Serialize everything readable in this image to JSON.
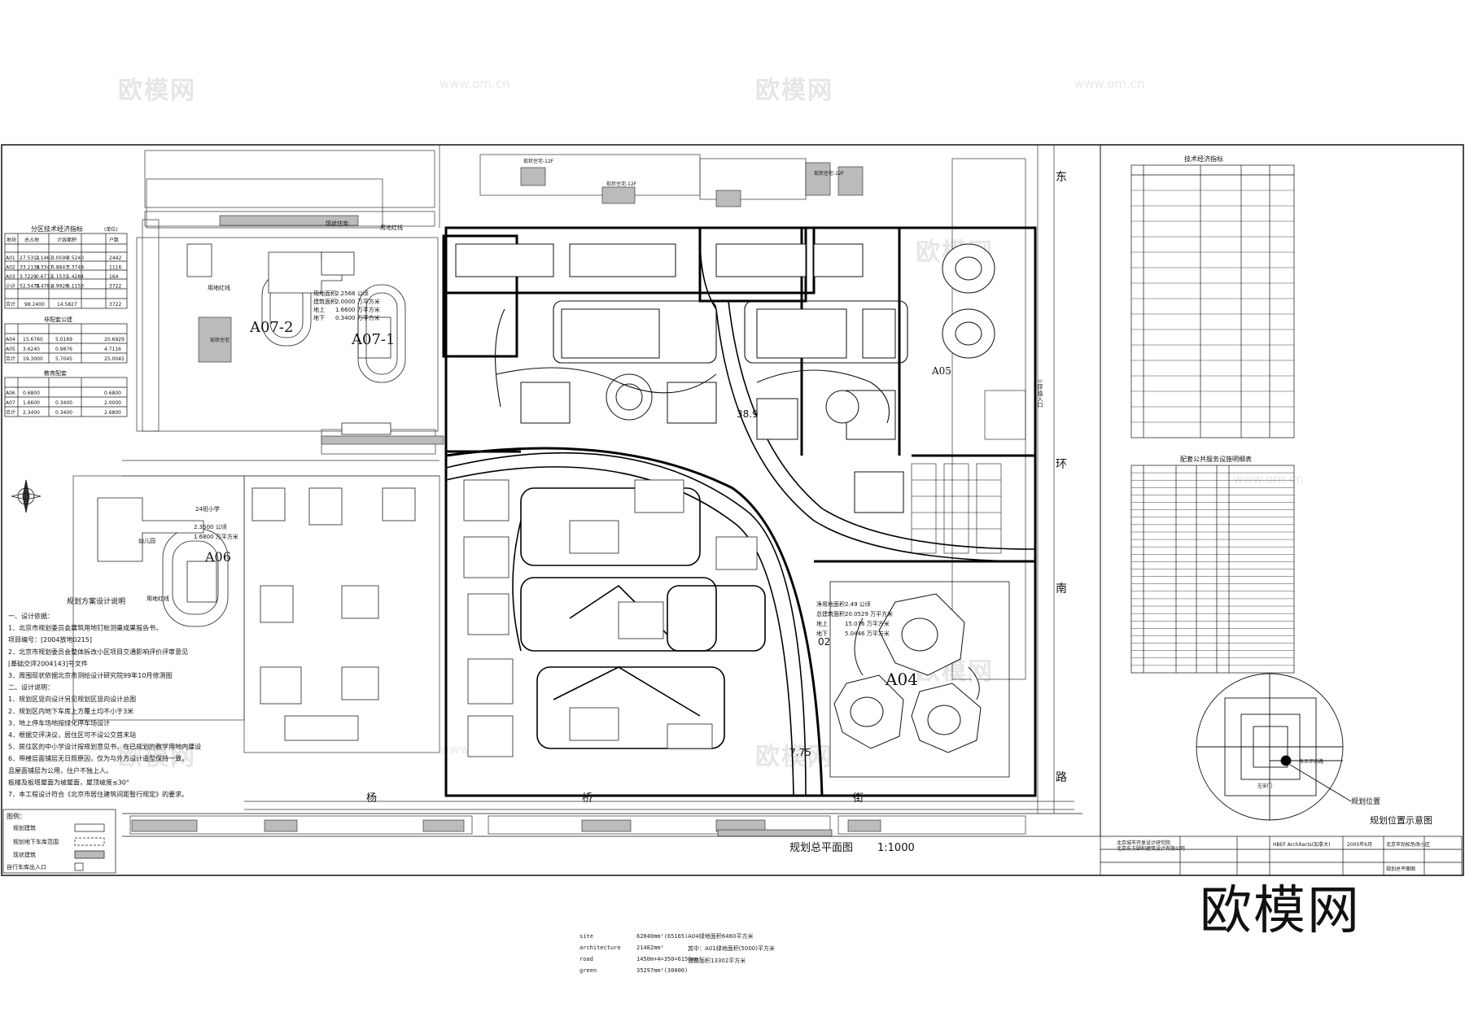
{
  "watermarks": {
    "brand": "欧模网",
    "url": "www.om.cn"
  },
  "logo_bottom_right": "欧模网",
  "plan": {
    "title": "规划总平面图",
    "scale": "1:1000",
    "zones": [
      "A07-2",
      "A07-1",
      "A06",
      "A05",
      "A04"
    ],
    "road_labels": {
      "east_1": "东",
      "east_2": "环",
      "east_3": "南",
      "east_4": "路",
      "south_1": "杨",
      "south_2": "桥",
      "south_3": "街",
      "entrance_east": "三环路入口"
    },
    "elevations": {
      "e1": "38.9",
      "e2": "7.75",
      "e3": "02"
    },
    "small_labels": {
      "existing_res": "现状住宅",
      "existing_res_a": "现状住宅-12F",
      "existing_res_b": "现状住宅-12F",
      "existing_res_c": "现状住宅-12F",
      "existing_office": "现状住宅",
      "redline": "用地红线",
      "school": "24班小学",
      "kindergarten": "幼儿园"
    },
    "a07_stats": [
      "用地面积",
      "建筑面积",
      "地上",
      "地下"
    ],
    "a07_values": [
      "2.2568 公顷",
      "2.0000 万平方米",
      "1.6600 万平方米",
      "0.3400 万平方米"
    ],
    "a06_values": [
      "2.3500 公顷",
      "1.6800 万平方米"
    ],
    "a04_stats": [
      "净用地面积",
      "总建筑面积",
      "地上",
      "地下"
    ],
    "a04_values": [
      "2.49 公顷",
      "20.0529 万平方米",
      "15.076 万平方米",
      "5.0446 万平方米"
    ]
  },
  "left_tables": {
    "t1_title": "分区技术经济指标",
    "t1_unit": "(单位)",
    "t1_header": [
      "地块",
      "总占地",
      "计容面积",
      "户数"
    ],
    "t1_rows": [
      [
        "A01",
        "27.5311",
        "2.1461",
        "3.0599",
        "3.5240",
        "2442"
      ],
      [
        "A02",
        "33.2134",
        "3.3347",
        "0.8847",
        "3.3749",
        "1116"
      ],
      [
        "A03",
        "3.7229",
        "0.6772",
        "1.1531",
        "1.4284",
        "164"
      ],
      [
        "小计",
        "52.5474",
        "5.4781",
        "4.9926",
        "6.1153",
        "3722"
      ]
    ],
    "t1_total": [
      "合计",
      "98.2400",
      "14.5827",
      "3722"
    ],
    "t2_title": "非配套公建",
    "t2_rows": [
      [
        "A04",
        "15.6760",
        "5.0169",
        "20.6929"
      ],
      [
        "A05",
        "3.6240",
        "0.9876",
        "4.7116"
      ],
      [
        "合计",
        "19.3000",
        "5.7045",
        "25.0045"
      ]
    ],
    "t3_title": "教育配套",
    "t3_rows": [
      [
        "A06",
        "0.6800",
        "",
        "0.6800"
      ],
      [
        "A07",
        "1.6600",
        "0.3400",
        "2.0000"
      ],
      [
        "合计",
        "2.3400",
        "0.3400",
        "2.6800"
      ]
    ]
  },
  "design_notes": {
    "title": "规划方案设计说明",
    "lines": [
      "一、设计依据：",
      "1．北京市规划委员会建筑用地钉桩测量成果报告书，",
      "    项目编号：[2004放地0215]",
      "2．北京市规划委员会整体拆改小区项目交通影响评价评审意见",
      "    [基础交评2004143]号文件",
      "3．周围现状依据北京市测绘设计研究院99年10月修测图",
      "二、设计说明：",
      "1．规划区竖向设计另见规划区竖向设计总图",
      "2．规划区内地下车库上方覆土均不小于3米",
      "3．地上停车场地按绿化停车场设计",
      "4．根据交评决议，居住区可不设公交首末站",
      "5．居住区的中小学设计按规划意见书，在已规划的教学用地内建设",
      "6．带楼层面铺层无日照原因，仅为与外方设计造型保持一致，",
      "    且屋面铺层为公用，住户不独上人。",
      "    板楼及板塔屋面为坡屋面，屋顶坡度≤30°",
      "7．本工程设计符合《北京市居住建筑间距暂行规定》的要求。"
    ]
  },
  "legend": {
    "title": "图例：",
    "items": [
      "规划建筑",
      "规划地下车库范围",
      "现状建筑",
      "自行车库出入口"
    ]
  },
  "right_tables": {
    "tech_title": "技术经济指标",
    "tech_rows": 17,
    "facility_title": "配套公共服务设施明细表",
    "facility_rows": 28
  },
  "location_map": {
    "title": "规划位置示意图",
    "marker": "规划位置",
    "labels": [
      "东三环南路",
      "左安门"
    ]
  },
  "title_block": {
    "designer": "北京城市开发设计研究院",
    "designer2": "北京东方颐和建筑设计有限公司",
    "partner": "HBEF Architects(加拿大)",
    "project": "北京市劲松危改小区",
    "drawing": "规划总平面图",
    "date": "2005年6月"
  },
  "bottom_stats": {
    "rows": [
      [
        "site",
        "62840mm²(65165)"
      ],
      [
        "architecture",
        "21482mm²"
      ],
      [
        "road",
        "1450m+4=350=6150mm²"
      ],
      [
        "green",
        "35297mm²(30000)"
      ]
    ],
    "notes": [
      "A04绿地面积6460平方米",
      "其中：A01绿地面积(5000)平方米",
      "道路面积13302平方米"
    ]
  }
}
